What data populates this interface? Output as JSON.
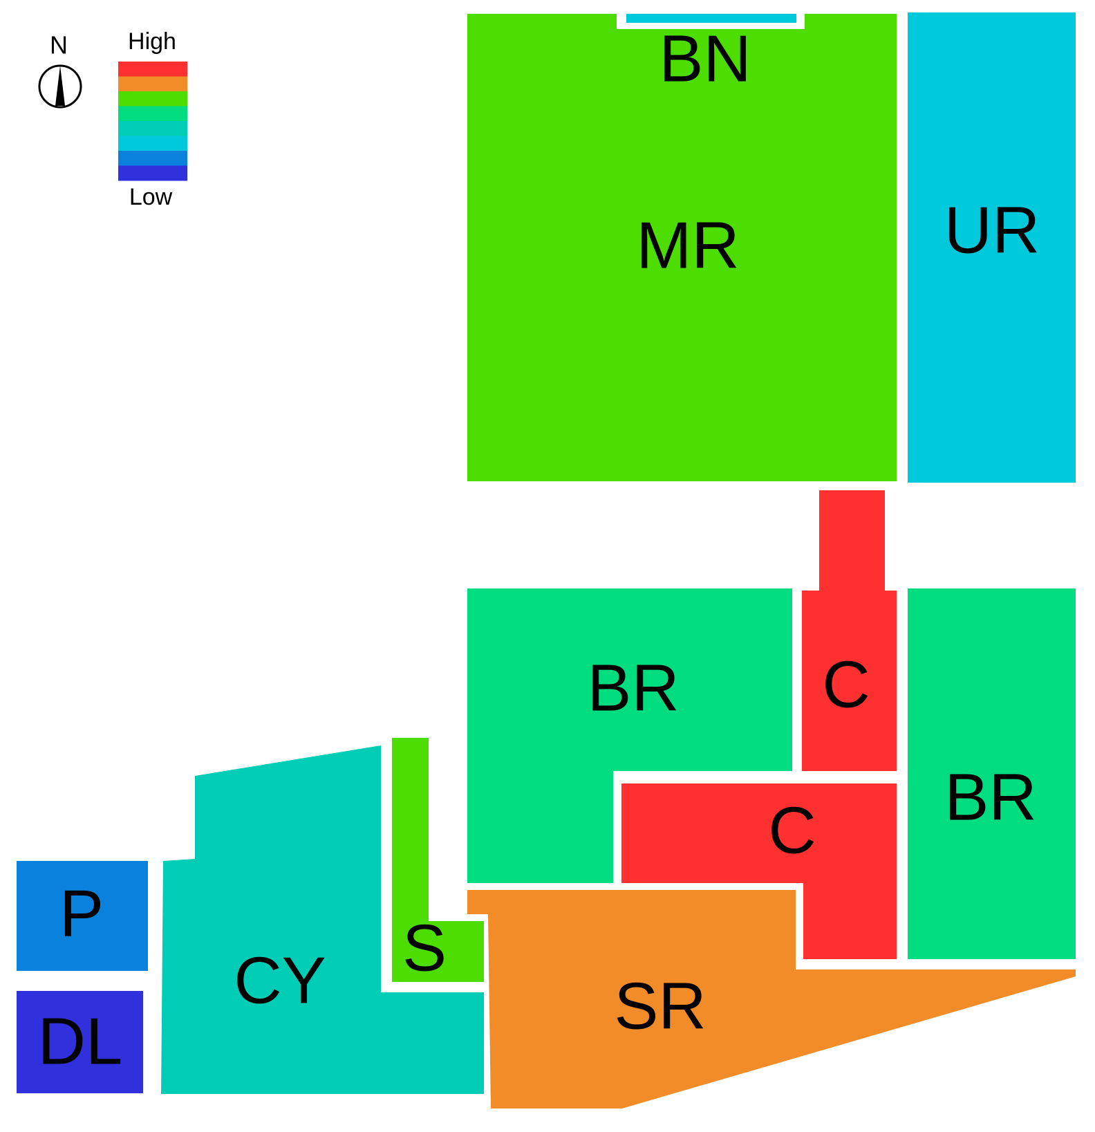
{
  "compass": {
    "label": "N"
  },
  "legend": {
    "high_label": "High",
    "low_label": "Low",
    "scale_colors": [
      "#ff3030",
      "#f28c28",
      "#4ddd00",
      "#00dd80",
      "#00cdb5",
      "#00c9dc",
      "#0a82dd",
      "#3030dd"
    ]
  },
  "zones": {
    "bn": {
      "label": "BN",
      "level_color": "#00c9dc"
    },
    "mr": {
      "label": "MR",
      "level_color": "#4ddd00"
    },
    "ur": {
      "label": "UR",
      "level_color": "#00c9dc"
    },
    "br_center": {
      "label": "BR",
      "level_color": "#00dd80"
    },
    "br_right": {
      "label": "BR",
      "level_color": "#00dd80"
    },
    "c_upper": {
      "label": "C",
      "level_color": "#ff3030"
    },
    "c_lower": {
      "label": "C",
      "level_color": "#ff3030"
    },
    "sr": {
      "label": "SR",
      "level_color": "#f28c28"
    },
    "s": {
      "label": "S",
      "level_color": "#4ddd00"
    },
    "cy": {
      "label": "CY",
      "level_color": "#00cdb5"
    },
    "p": {
      "label": "P",
      "level_color": "#0a82dd"
    },
    "dl": {
      "label": "DL",
      "level_color": "#3030dd"
    }
  }
}
